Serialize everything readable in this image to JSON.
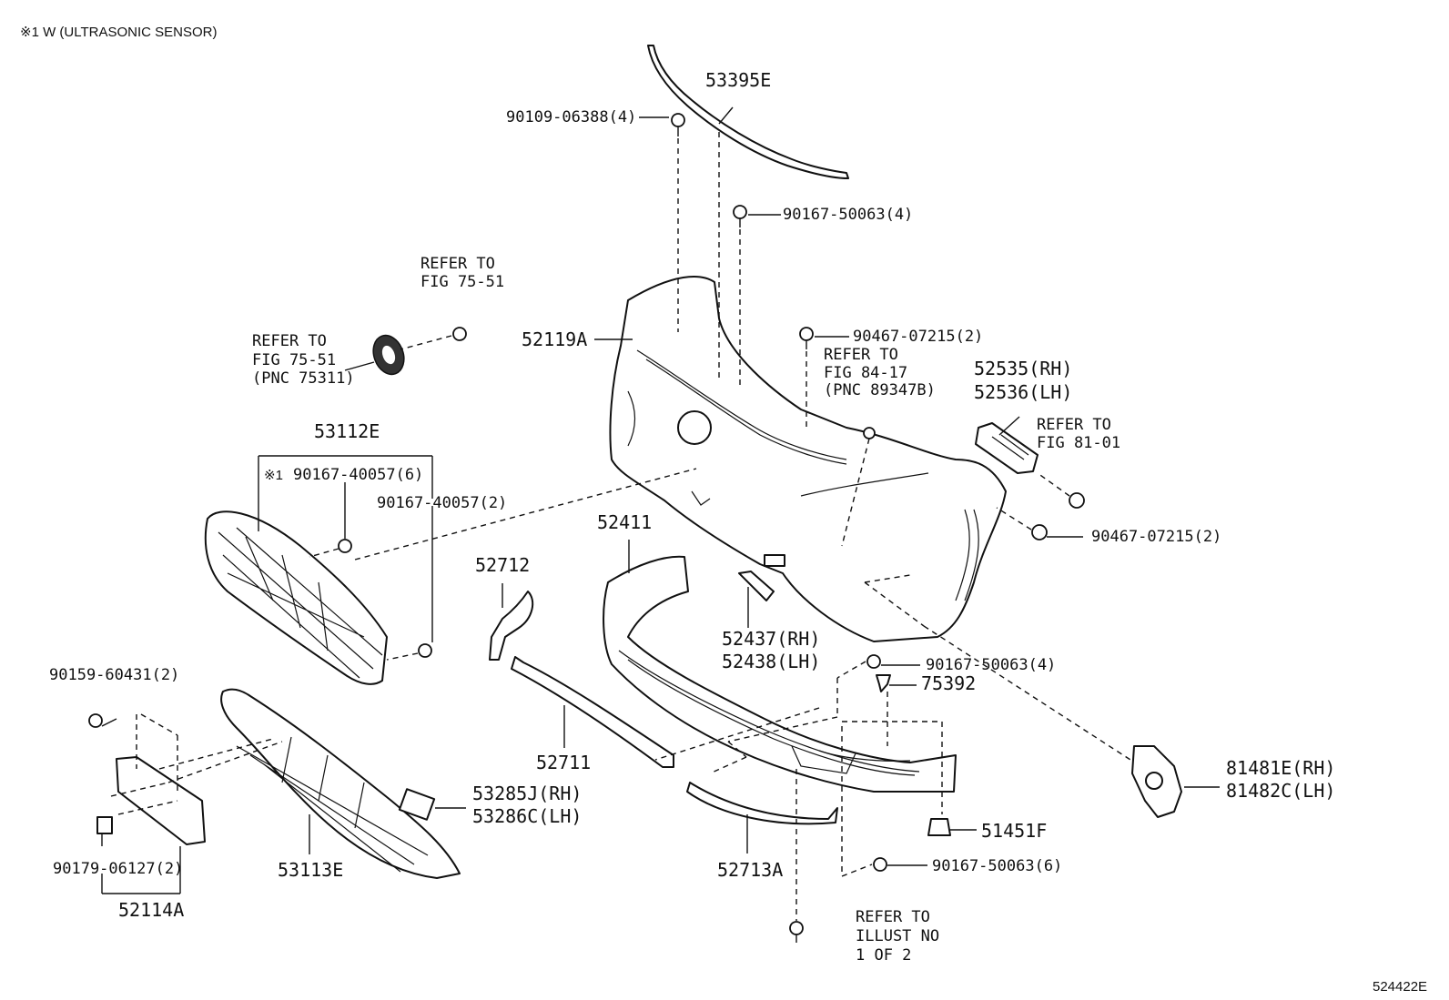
{
  "header_note": "※1 W (ULTRASONIC SENSOR)",
  "figure_code": "524422E",
  "callouts": {
    "c53395E": "53395E",
    "c90109": "90109-06388(4)",
    "c90167_50063_top": "90167-50063(4)",
    "c52119A": "52119A",
    "c90467_top": "90467-07215(2)",
    "ref84_l1": "REFER TO",
    "ref84_l2": "FIG 84-17",
    "ref84_l3": "(PNC 89347B)",
    "ref75a_l1": "REFER TO",
    "ref75a_l2": "FIG 75-51",
    "ref75b_l1": "REFER TO",
    "ref75b_l2": "FIG 75-51",
    "ref75b_l3": "(PNC 75311)",
    "c52535": "52535(RH)",
    "c52536": "52536(LH)",
    "ref81_l1": "REFER TO",
    "ref81_l2": "FIG 81-01",
    "c90467_right": "90467-07215(2)",
    "c53112E": "53112E",
    "c90167_40057_6_mark": "※1",
    "c90167_40057_6": "90167-40057(6)",
    "c90167_40057_2": "90167-40057(2)",
    "c52411": "52411",
    "c52712": "52712",
    "c52437": "52437(RH)",
    "c52438": "52438(LH)",
    "c90167_50063_mid": "90167-50063(4)",
    "c75392": "75392",
    "c90159": "90159-60431(2)",
    "c52711": "52711",
    "c81481E": "81481E(RH)",
    "c81482C": "81482C(LH)",
    "c53285J": "53285J(RH)",
    "c53286C": "53286C(LH)",
    "c51451F": "51451F",
    "c90179": "90179-06127(2)",
    "c53113E": "53113E",
    "c52713A": "52713A",
    "c90167_50063_6": "90167-50063(6)",
    "c52114A": "52114A",
    "refill_l1": "REFER TO",
    "refill_l2": "ILLUST NO",
    "refill_l3": "1 OF 2"
  }
}
